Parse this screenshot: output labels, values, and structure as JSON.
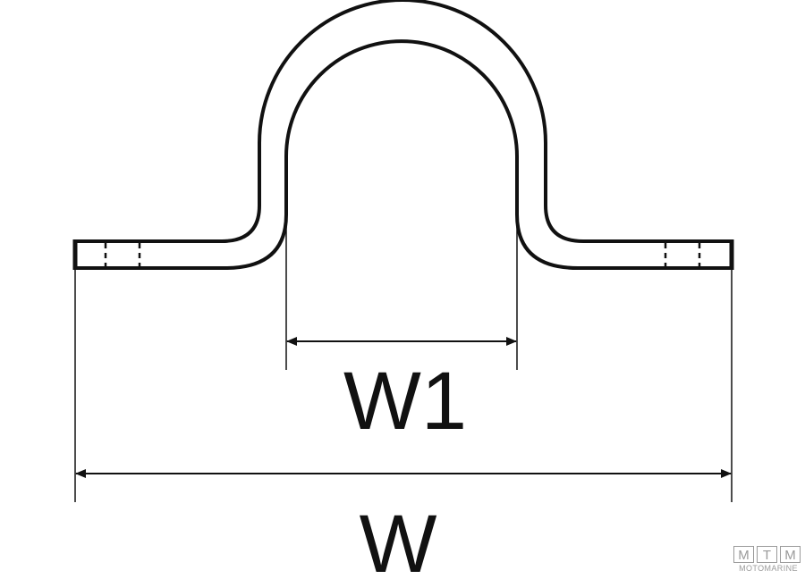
{
  "labels": {
    "inner_width": "W1",
    "overall_width": "W"
  },
  "watermark": {
    "letters": [
      "M",
      "T",
      "M"
    ],
    "text": "MOTOMARINE"
  },
  "colors": {
    "line": "#111111",
    "watermark": "#9a9a9a",
    "background": "#ffffff"
  }
}
